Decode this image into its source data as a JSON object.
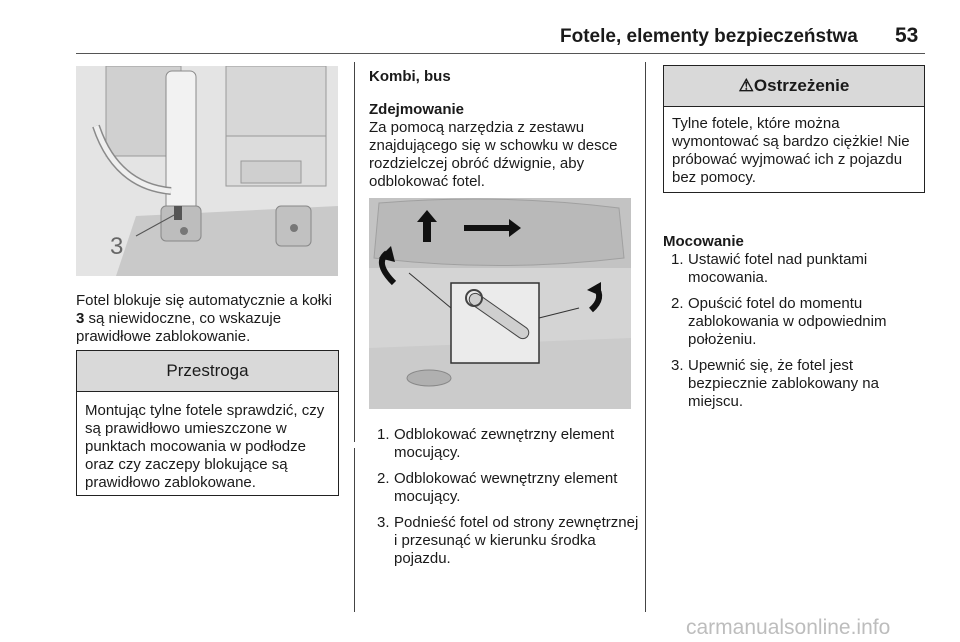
{
  "header": {
    "title": "Fotele, elementy bezpieczeństwa",
    "page_number": "53"
  },
  "left_col": {
    "figure_callout": "3",
    "para_prefix": "Fotel blokuje się automatycznie a kołki ",
    "para_bold": "3",
    "para_suffix": " są niewidoczne, co wskazuje prawidłowe zablokowanie.",
    "caution": {
      "heading": "Przestroga",
      "body": "Montując tylne fotele sprawdzić, czy są prawidłowo umieszczone w punktach mocowania w podłodze oraz czy zaczepy blokujące są prawidłowo zablokowane."
    }
  },
  "middle_col": {
    "heading": "Kombi, bus",
    "subheading": "Zdejmowanie",
    "para": "Za pomocą narzędzia z zestawu znajdującego się w schowku w desce rozdzielczej obróć dźwignie, aby odblokować fotel.",
    "steps": [
      {
        "num": "1.",
        "text": "Odblokować zewnętrzny element mocujący."
      },
      {
        "num": "2.",
        "text": "Odblokować wewnętrzny element mocujący."
      },
      {
        "num": "3.",
        "text": "Podnieść fotel od strony zewnętrznej i przesunąć w kierunku środka pojazdu."
      }
    ]
  },
  "right_col": {
    "warning": {
      "icon": "warning-triangle-icon",
      "symbol": "⚠",
      "heading": "Ostrzeżenie",
      "body": "Tylne fotele, które można wymontować są bardzo ciężkie! Nie próbować wyjmować ich z pojazdu bez pomocy."
    },
    "subheading": "Mocowanie",
    "steps": [
      {
        "num": "1.",
        "text": "Ustawić fotel nad punktami mocowania."
      },
      {
        "num": "2.",
        "text": "Opuścić fotel do momentu zablokowania w odpowiednim położeniu."
      },
      {
        "num": "3.",
        "text": "Upewnić się, że fotel jest bezpiecznie zablokowany na miejscu."
      }
    ]
  },
  "watermark": "carmanualsonline.info"
}
